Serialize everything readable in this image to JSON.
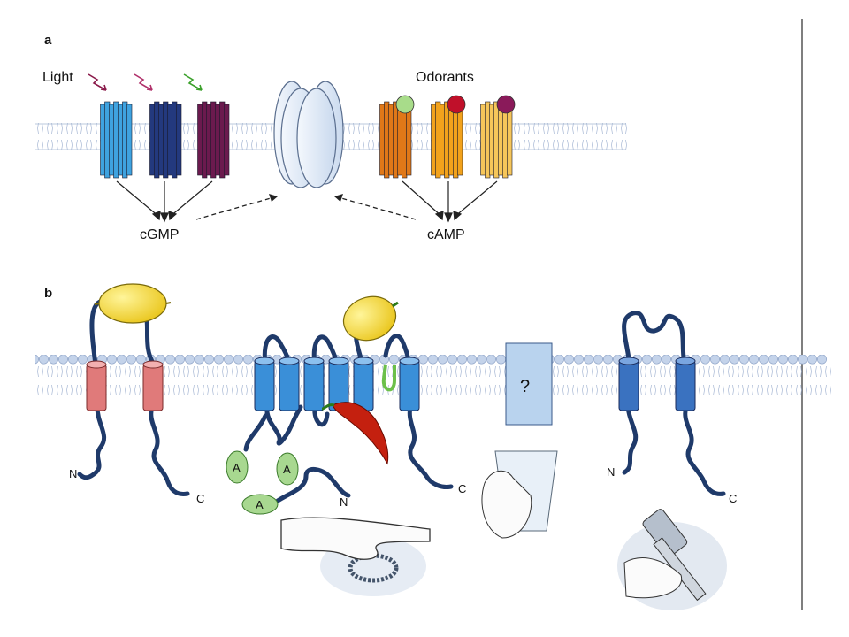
{
  "panel_a": {
    "label": "a",
    "light_label": "Light",
    "odorants_label": "Odorants",
    "cgmp_label": "cGMP",
    "camp_label": "cAMP",
    "colors": {
      "light_arrows": [
        "#8a1a4a",
        "#b0306a",
        "#3aa02a"
      ],
      "photoreceptors": [
        "#3fa3e0",
        "#23397e",
        "#6b1a4e"
      ],
      "odorant_receptors": [
        "#e07818",
        "#f2a21c",
        "#f6c65a"
      ],
      "odorant_balls": [
        "#a8dc8a",
        "#c0102a",
        "#8a1a5a"
      ],
      "channel": "#dde9f6"
    }
  },
  "panel_b": {
    "label": "b",
    "channel_question": "?",
    "ankyrin_repeats": [
      "A",
      "A",
      "A"
    ],
    "terminal_labels": {
      "left_n": "N",
      "left_c": "C",
      "middle_n": "N",
      "middle_c": "C",
      "right_n": "N",
      "right_c": "C"
    },
    "colors": {
      "two_tm_left": "#e07a7a",
      "six_tm": "#3a8fd8",
      "ankyrin": "#a8d890",
      "two_tm_right": "#3a72c0",
      "lemon": "#f2d51c",
      "pepper": "#c4200f",
      "membrane_head": "#b9cbe8",
      "chain": "#1f3a6a"
    },
    "icons": [
      "lemon-icon",
      "chili-pepper-icon",
      "hand-touch-icon",
      "cold-water-glass-icon",
      "hammer-icon"
    ]
  }
}
